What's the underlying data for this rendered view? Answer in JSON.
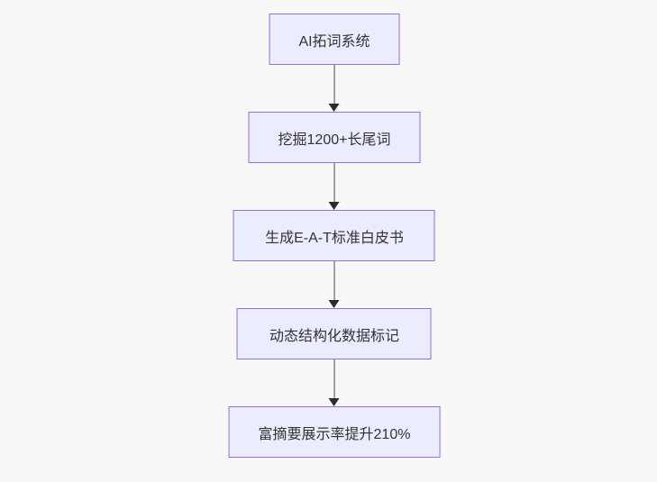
{
  "flowchart": {
    "direction": "top-down",
    "nodes": [
      {
        "label": "AI拓词系统"
      },
      {
        "label": "挖掘1200+长尾词"
      },
      {
        "label": "生成E-A-T标准白皮书"
      },
      {
        "label": "动态结构化数据标记"
      },
      {
        "label": "富摘要展示率提升210%"
      }
    ],
    "edges": [
      {
        "from": 0,
        "to": 1
      },
      {
        "from": 1,
        "to": 2
      },
      {
        "from": 2,
        "to": 3
      },
      {
        "from": 3,
        "to": 4
      }
    ],
    "colors": {
      "node_fill": "#ECECFF",
      "node_border": "#9370DB",
      "node_text": "#333333",
      "edge_line": "#4d4d4d",
      "arrowhead": "#2b2b2b",
      "background": "#f8f8f8"
    }
  }
}
